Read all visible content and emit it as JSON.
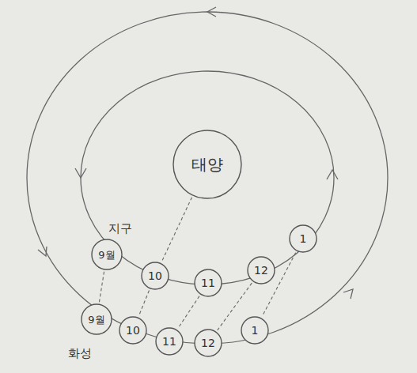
{
  "diagram": {
    "nodes": [
      {
        "text": [
          "태양"
        ]
      },
      {
        "text": [
          "9월"
        ]
      },
      {
        "text": [
          "10"
        ]
      },
      {
        "text": [
          "11"
        ]
      },
      {
        "text": [
          "12"
        ]
      },
      {
        "text": [
          "1"
        ]
      },
      {
        "text": [
          "9월"
        ]
      },
      {
        "text": [
          "10"
        ]
      },
      {
        "text": [
          "11"
        ]
      },
      {
        "text": [
          "12"
        ]
      },
      {
        "text": [
          "1"
        ]
      }
    ],
    "edges": [
      {
        "from": 0,
        "to": 2,
        "arrow": "none"
      },
      {
        "from": 1,
        "to": 6,
        "arrow": "none"
      },
      {
        "from": 2,
        "to": 7,
        "arrow": "none"
      },
      {
        "from": 3,
        "to": 8,
        "arrow": "none"
      },
      {
        "from": 4,
        "to": 9,
        "arrow": "none"
      },
      {
        "from": 5,
        "to": 10,
        "arrow": "none"
      }
    ],
    "labels": [
      "지구",
      "화성"
    ]
  }
}
